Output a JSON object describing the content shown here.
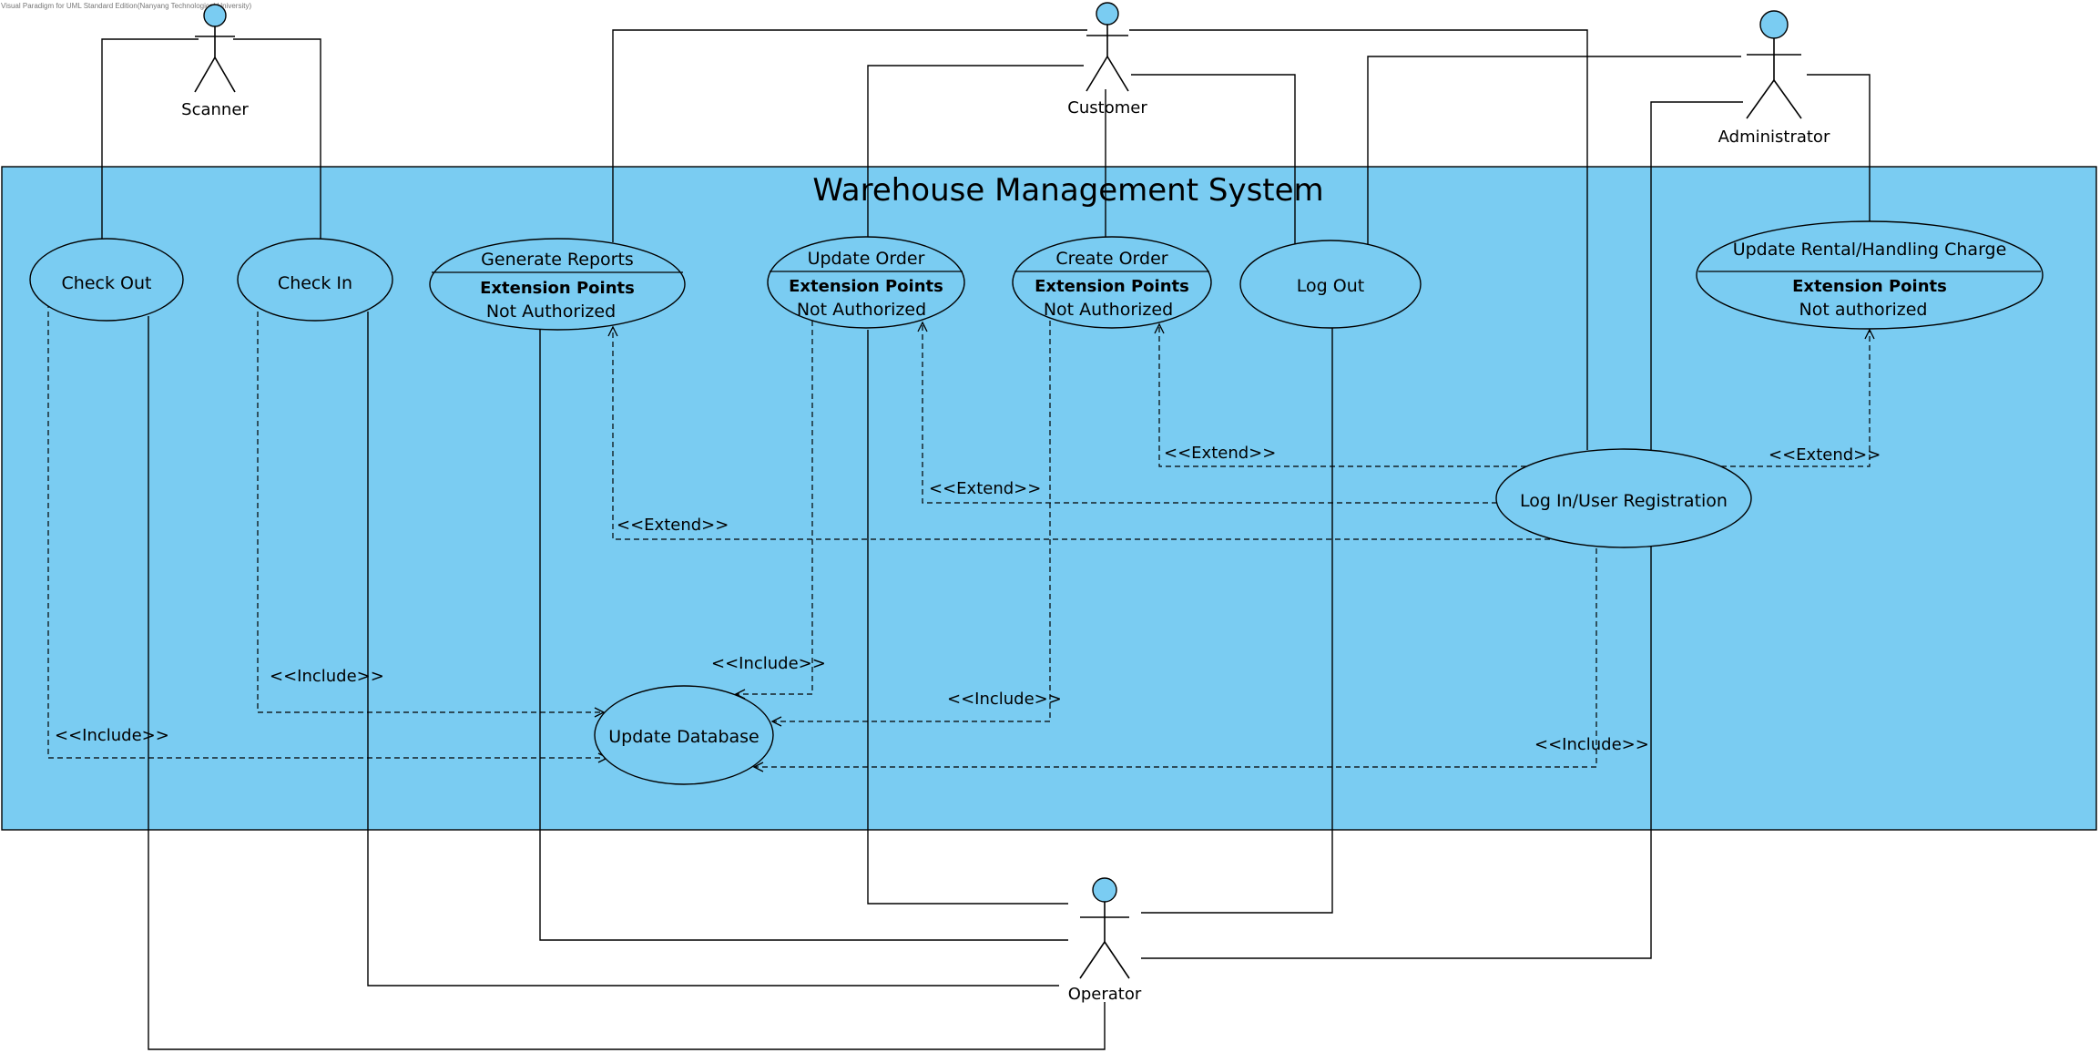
{
  "watermark": "Visual Paradigm for UML Standard Edition(Nanyang Technological University)",
  "colors": {
    "fill": "#7ACCF2",
    "line": "#000000",
    "background": "#FFFFFF"
  },
  "system": {
    "title": "Warehouse Management System"
  },
  "actors": {
    "scanner": "Scanner",
    "customer": "Customer",
    "administrator": "Administrator",
    "operator": "Operator"
  },
  "use_cases": {
    "check_out": "Check Out",
    "check_in": "Check In",
    "generate_reports": {
      "name": "Generate Reports",
      "ext_title": "Extension Points",
      "ext_point": "Not Authorized"
    },
    "update_order": {
      "name": "Update Order",
      "ext_title": "Extension Points",
      "ext_point": "Not Authorized"
    },
    "create_order": {
      "name": "Create Order",
      "ext_title": "Extension Points",
      "ext_point": "Not Authorized"
    },
    "log_out": "Log Out",
    "update_rental": {
      "name": "Update Rental/Handling Charge",
      "ext_title": "Extension Points",
      "ext_point": "Not authorized"
    },
    "login_registration": "Log In/User Registration",
    "update_database": "Update Database"
  },
  "relationships": {
    "extend": [
      {
        "from": "Log In/User Registration",
        "to": "Create Order",
        "label": "<<Extend>>"
      },
      {
        "from": "Log In/User Registration",
        "to": "Update Rental/Handling Charge",
        "label": "<<Extend>>"
      },
      {
        "from": "Log In/User Registration",
        "to": "Update Order",
        "label": "<<Extend>>"
      },
      {
        "from": "Log In/User Registration",
        "to": "Generate Reports",
        "label": "<<Extend>>"
      }
    ],
    "include": [
      {
        "from": "Update Order",
        "to": "Update Database",
        "label": "<<Include>>"
      },
      {
        "from": "Check In",
        "to": "Update Database",
        "label": "<<Include>>"
      },
      {
        "from": "Create Order",
        "to": "Update Database",
        "label": "<<Include>>"
      },
      {
        "from": "Check Out",
        "to": "Update Database",
        "label": "<<Include>>"
      },
      {
        "from": "Log In/User Registration",
        "to": "Update Database",
        "label": "<<Include>>"
      }
    ]
  }
}
